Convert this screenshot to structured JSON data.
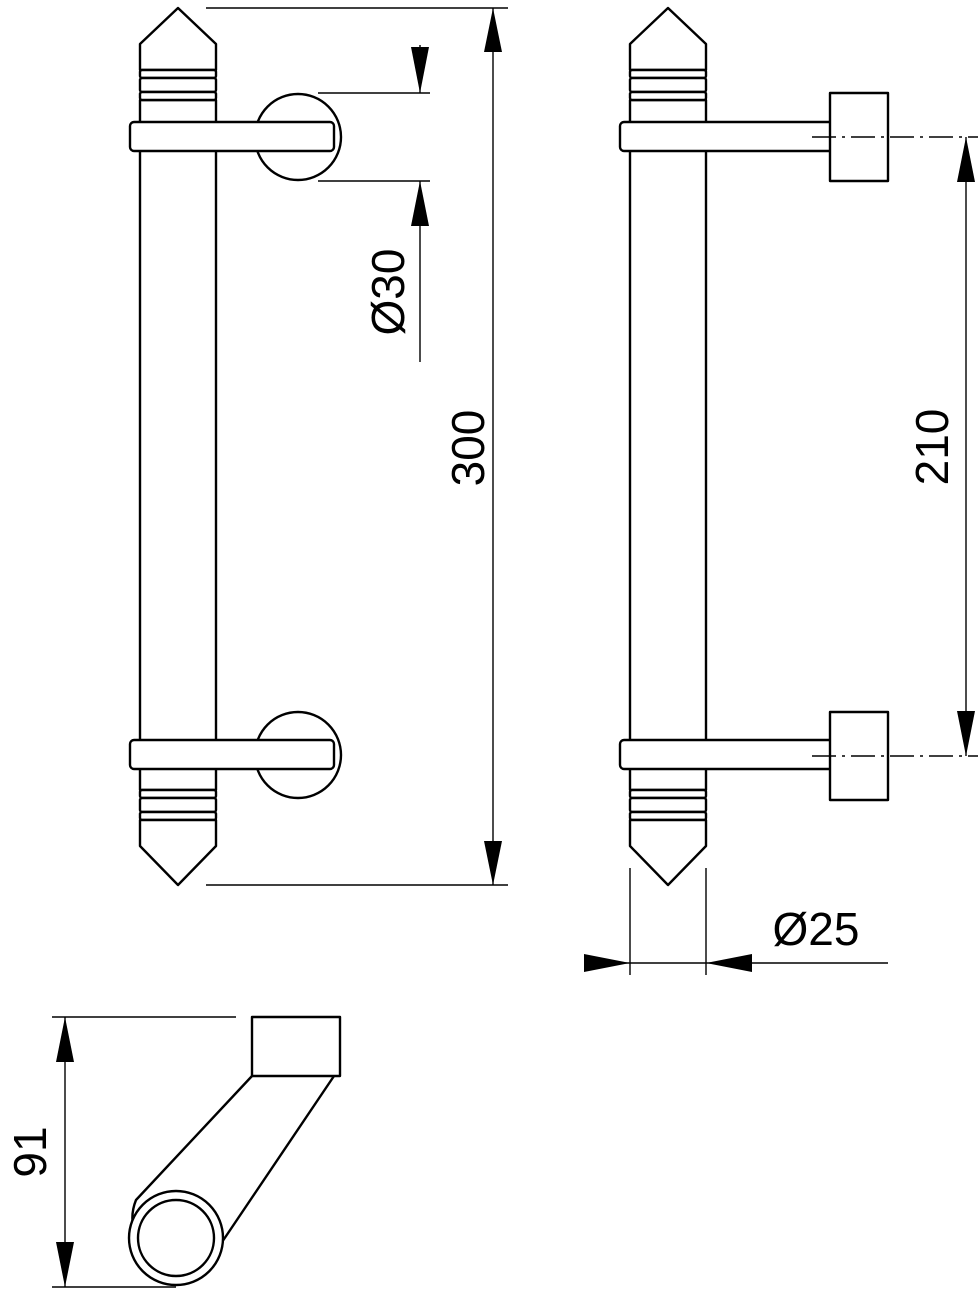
{
  "drawing": {
    "dimensions": {
      "overall_length": "300",
      "rosette_diameter": "Ø30",
      "center_distance": "210",
      "bar_diameter": "Ø25",
      "projection": "91"
    }
  }
}
